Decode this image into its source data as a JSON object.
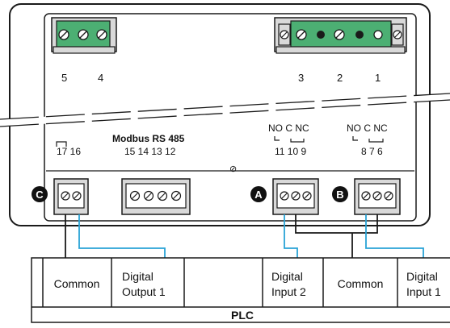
{
  "device": {
    "top_terminal_numbers": [
      "5",
      "4",
      "3",
      "2",
      "1"
    ],
    "relay_label_left": "NO C NC",
    "relay_label_right": "NO C NC",
    "modbus_label": "Modbus RS 485",
    "terminal_row_17_16": "17 16",
    "terminal_row_15_12": "15 14 13 12",
    "terminal_row_11_9": "11 10 9",
    "terminal_row_8_6": "8 7 6",
    "screw_symbol": "⊘"
  },
  "markers": {
    "c": "C",
    "a": "A",
    "b": "B"
  },
  "plc": {
    "title": "PLC",
    "cells": [
      {
        "line1": "Common",
        "line2": ""
      },
      {
        "line1": "Digital",
        "line2": "Output 1"
      },
      {
        "line1": "",
        "line2": ""
      },
      {
        "line1": "Digital",
        "line2": "Input 2"
      },
      {
        "line1": "Common",
        "line2": ""
      },
      {
        "line1": "Digital",
        "line2": "Input 1"
      }
    ]
  },
  "colors": {
    "outline": "#1a1a1a",
    "device_fill": "#ffffff",
    "connector_green": "#4caf73",
    "connector_gray": "#d9d9d9",
    "wire_black": "#1a1a1a",
    "wire_blue": "#29a3d6",
    "marker_fill": "#111111"
  }
}
